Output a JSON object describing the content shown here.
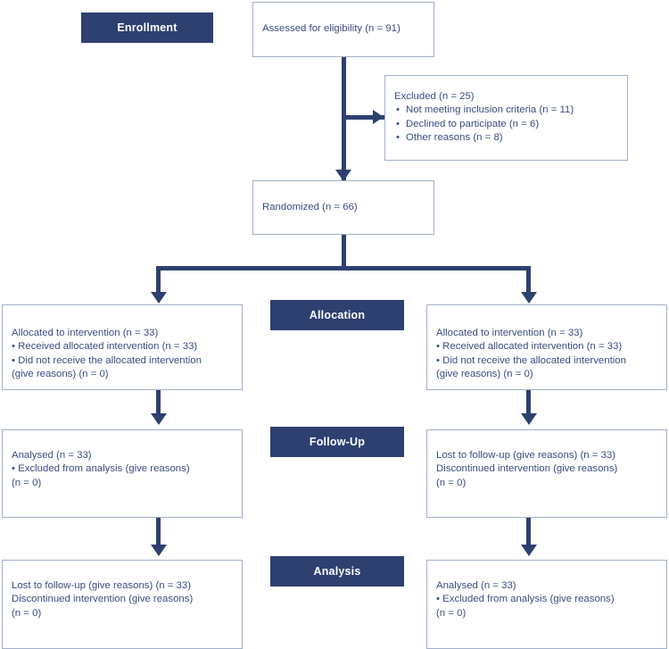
{
  "diagram": {
    "title": "CONSORT participant flow diagram",
    "colors": {
      "stage_label_bg": "#2e4070",
      "stage_label_text": "#ffffff",
      "node_border": "#a3b0ca",
      "node_text": "#3a4c80",
      "connector": "#2e4070",
      "background": "#ffffff"
    }
  },
  "stages": {
    "enrollment": "Enrollment",
    "allocation": "Allocation",
    "followup": "Follow-Up",
    "analysis": "Analysis"
  },
  "nodes": {
    "assessed": {
      "text": "Assessed for eligibility (n = 91)"
    },
    "excluded": {
      "heading": "Excluded (n = 25)",
      "reasons": [
        "Not meeting inclusion criteria (n = 11)",
        "Declined to participate (n = 6)",
        "Other reasons (n = 8)"
      ]
    },
    "randomized": {
      "text": "Randomized (n = 66)"
    },
    "allocation_left": {
      "line1": "Allocated to intervention (n = 33)",
      "line2": "• Received allocated intervention (n = 33)",
      "line3": "• Did not receive the allocated intervention",
      "line4": "(give reasons) (n = 0)"
    },
    "allocation_right": {
      "line1": "Allocated to intervention (n = 33)",
      "line2": "• Received allocated intervention (n = 33)",
      "line3": "• Did not receive the allocated intervention",
      "line4": "(give reasons) (n = 0)"
    },
    "followup_left": {
      "line1": "Analysed (n = 33)",
      "line2": "• Excluded from analysis (give reasons)",
      "line3": " (n = 0)"
    },
    "followup_right": {
      "line1": "Lost to follow-up (give reasons) (n = 33)",
      "line2": "Discontinued intervention (give reasons)",
      "line3": "(n = 0)"
    },
    "analysis_left": {
      "line1": "Lost to follow-up (give reasons) (n = 33)",
      "line2": "Discontinued intervention (give reasons)",
      "line3": "(n = 0)"
    },
    "analysis_right": {
      "line1": "Analysed (n = 33)",
      "line2": "• Excluded from analysis (give reasons)",
      "line3": "(n = 0)"
    }
  }
}
